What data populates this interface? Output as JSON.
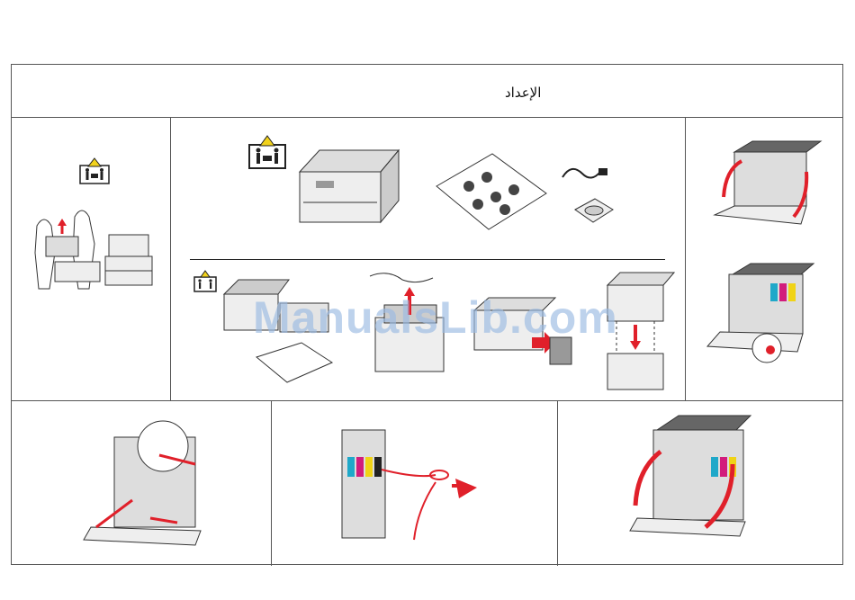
{
  "document": {
    "title": "الإعداد",
    "watermark": "ManualsLib.com"
  },
  "colors": {
    "border": "#555555",
    "accent_red": "#e0202a",
    "warning_yellow": "#f2d21b",
    "watermark": "#9bbbe3",
    "printer_gray": "#c9c9c9",
    "printer_dark": "#5a5a5a",
    "toner_cyan": "#1fa8c9",
    "toner_magenta": "#d21c7c",
    "toner_yellow": "#f0d316",
    "toner_black": "#222222"
  },
  "panels": [
    {
      "id": "lift-warning",
      "icon": "two-person-lift-icon"
    },
    {
      "id": "unpack-contents",
      "icon": "two-person-lift-icon"
    },
    {
      "id": "install-tray",
      "icon": "two-person-lift-icon"
    },
    {
      "id": "open-front-door",
      "icon": "arrow-icon"
    },
    {
      "id": "remove-packing",
      "icon": "arrow-icon"
    },
    {
      "id": "pull-tape",
      "icon": "arrow-icon"
    },
    {
      "id": "close-doors",
      "icon": "arrow-icon"
    }
  ]
}
